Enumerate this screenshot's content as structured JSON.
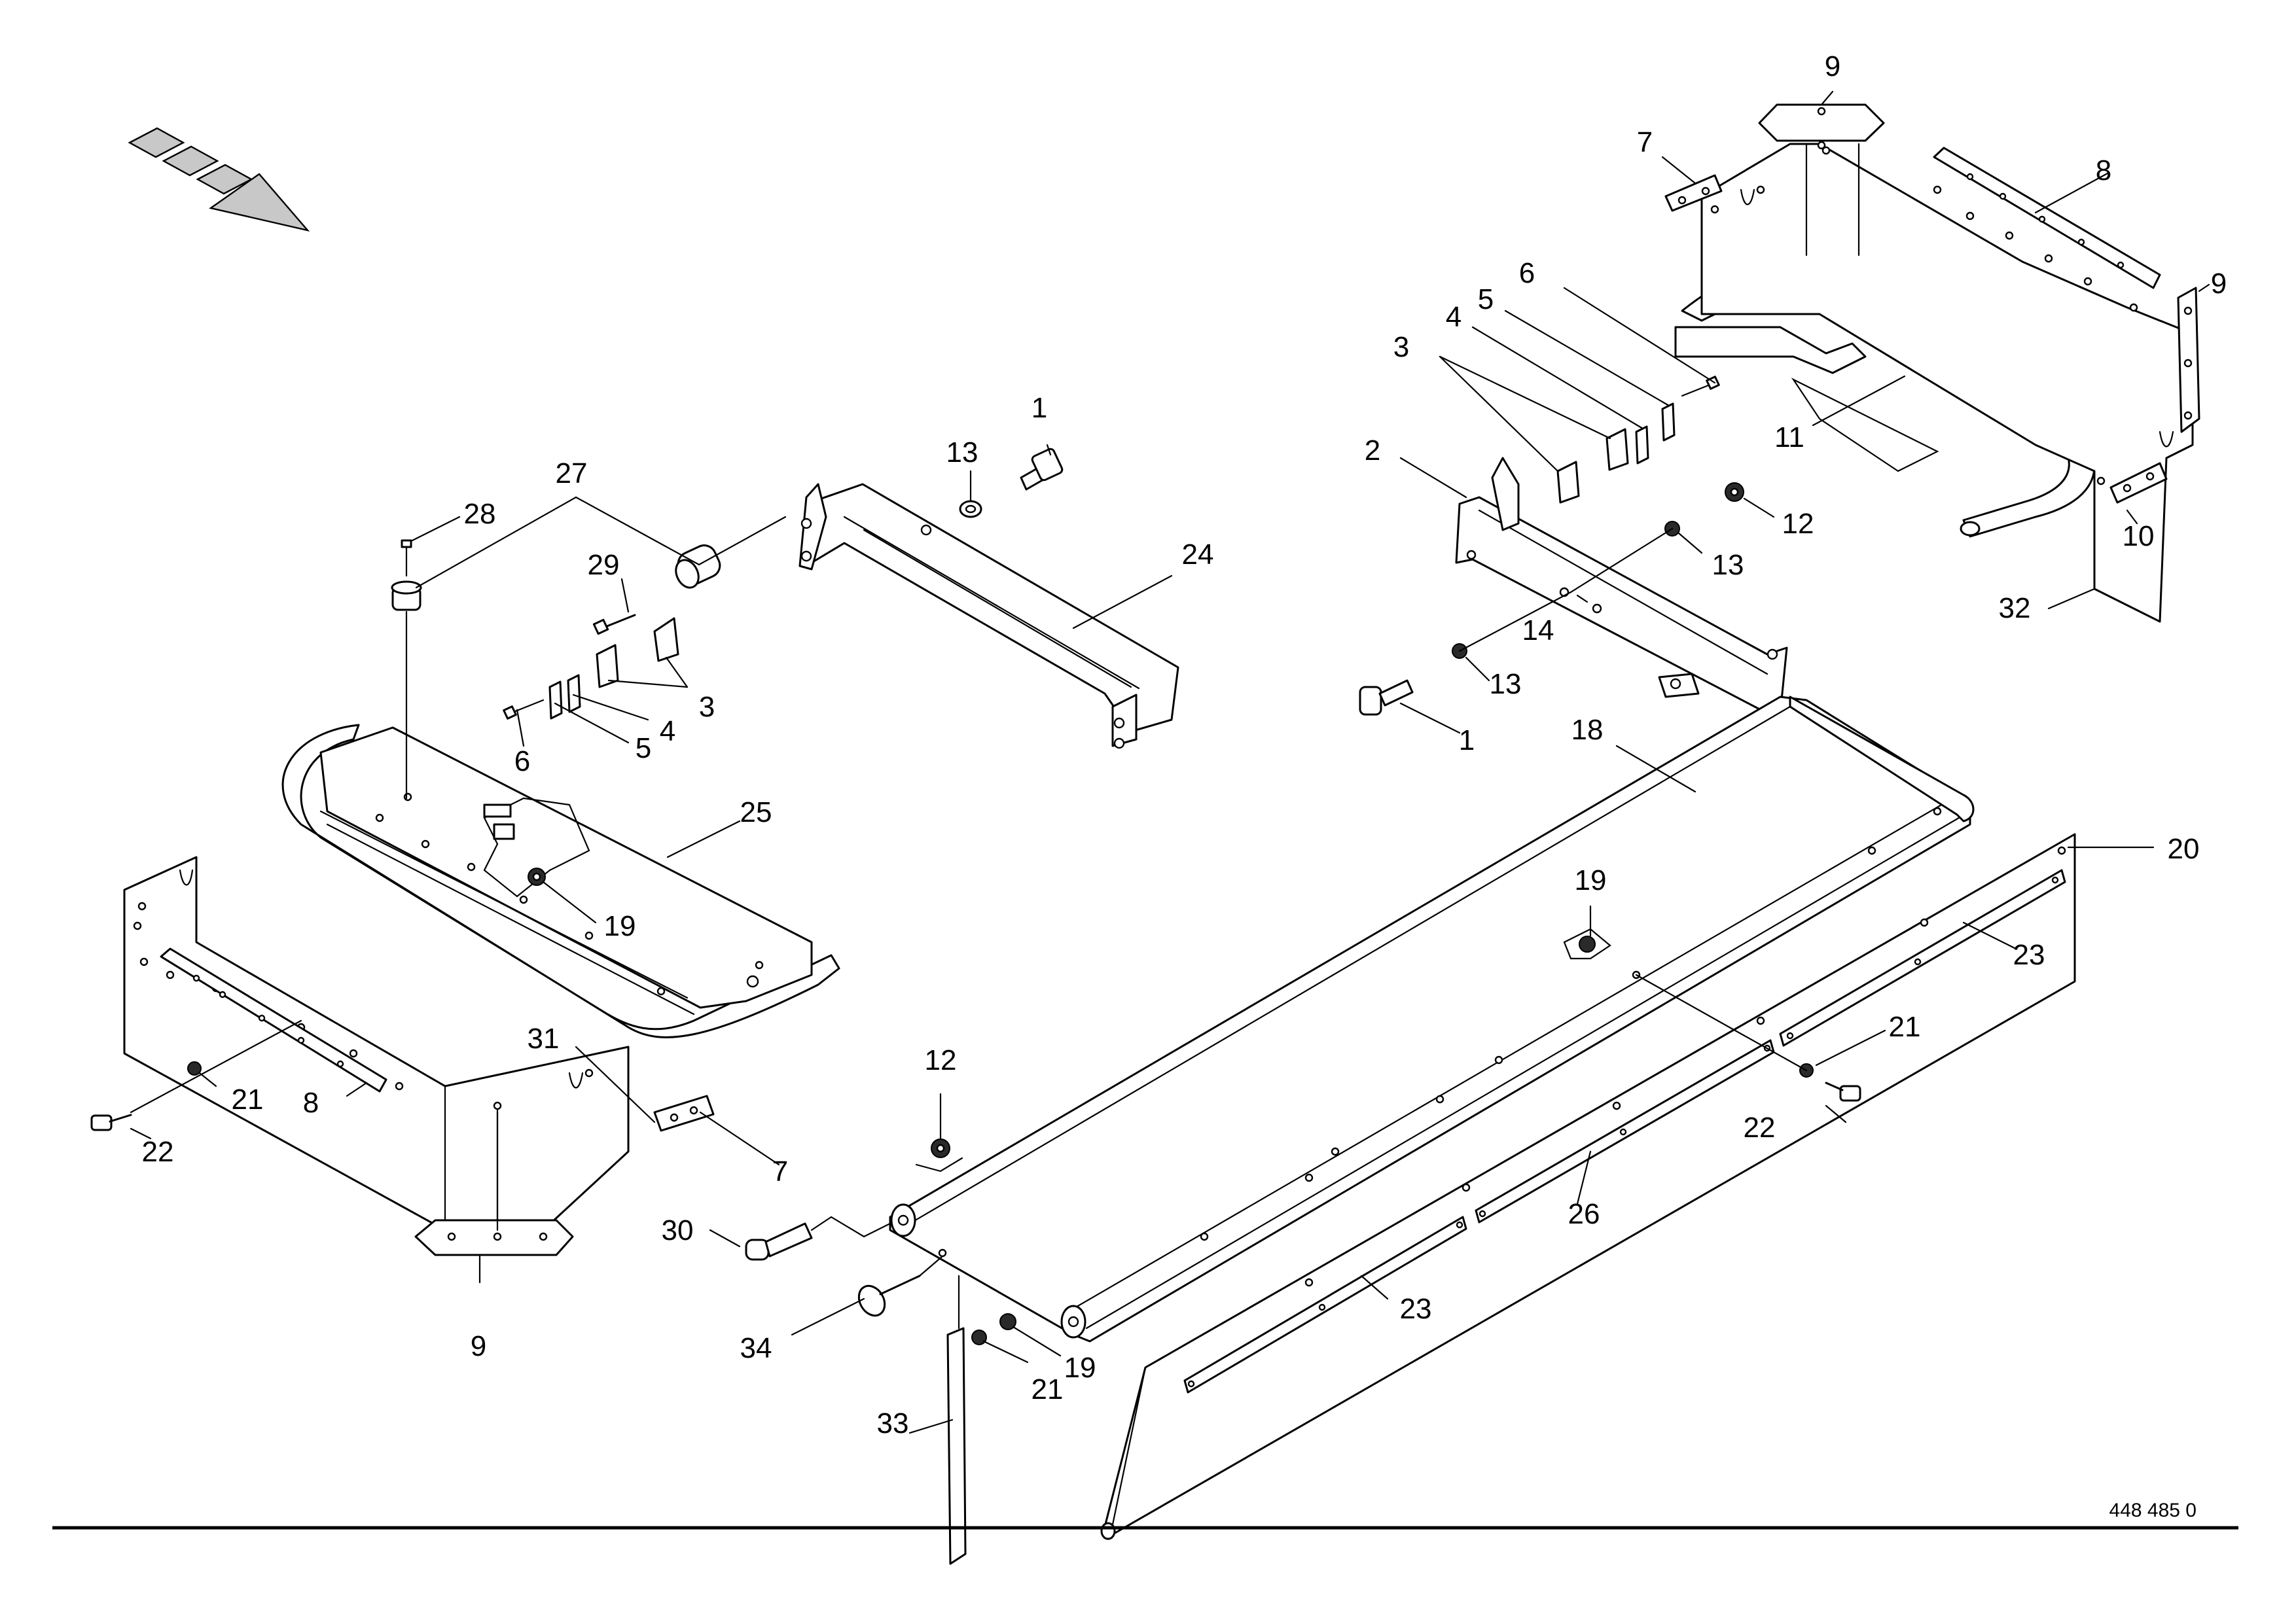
{
  "drawing_number": "448 485 0",
  "callouts": {
    "c1a": "1",
    "c13a": "13",
    "c24": "24",
    "c27": "27",
    "c28": "28",
    "c29": "29",
    "c3a": "3",
    "c4a": "4",
    "c5a": "5",
    "c6a": "6",
    "c25": "25",
    "c19a": "19",
    "c21a": "21",
    "c8a": "8",
    "c22a": "22",
    "c31": "31",
    "c7a": "7",
    "c9a": "9",
    "c9b": "9",
    "c7b": "7",
    "c8b": "8",
    "c9c": "9",
    "c6b": "6",
    "c5b": "5",
    "c4b": "4",
    "c3b": "3",
    "c2": "2",
    "c11": "11",
    "c12a": "12",
    "c13b": "13",
    "c14": "14",
    "c13c": "13",
    "c1b": "1",
    "c10": "10",
    "c32": "32",
    "c18": "18",
    "c20": "20",
    "c19b": "19",
    "c23a": "23",
    "c21b": "21",
    "c22b": "22",
    "c12b": "12",
    "c26": "26",
    "c30": "30",
    "c34": "34",
    "c23b": "23",
    "c21c": "21",
    "c19c": "19",
    "c33": "33"
  },
  "icons": [
    "direction-of-travel-arrow-icon"
  ]
}
